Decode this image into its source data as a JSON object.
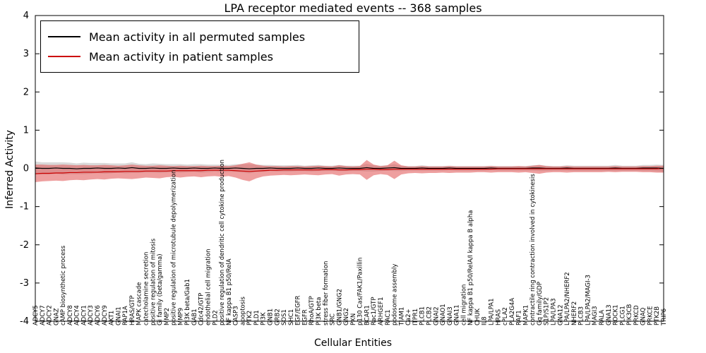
{
  "chart": {
    "title": "LPA receptor mediated events -- 368 samples",
    "x_label": "Cellular Entities",
    "y_label": "Inferred Activity"
  },
  "legend": {
    "entries": [
      {
        "label": "Mean activity in all permuted samples",
        "color": "#000000"
      },
      {
        "label": "Mean activity in patient samples",
        "color": "#cc0000"
      }
    ]
  },
  "chart_data": {
    "type": "line",
    "title": "LPA receptor mediated events -- 368 samples",
    "xlabel": "Cellular Entities",
    "ylabel": "Inferred Activity",
    "ylim": [
      -4,
      4
    ],
    "y_ticks": [
      -4,
      -3,
      -2,
      -1,
      0,
      1,
      2,
      3,
      4
    ],
    "grid": false,
    "legend_position": "upper-left",
    "band_colors": {
      "permuted": "#aaaaaa",
      "patient": "#e05050"
    },
    "categories": [
      "ADCY5",
      "ADCY7",
      "ADCY2",
      "GNAZ",
      "cAMP biosynthetic process",
      "ADCY8",
      "ADCY4",
      "ADCY1",
      "ADCY3",
      "ADCY6",
      "ADCY9",
      "AKT1",
      "GNAI1",
      "RAP1A",
      "HRAS/GTP",
      "MAPK cascade",
      "catecholamine secretion",
      "positive regulation of mitosis",
      "Gi family (beta/gamma)",
      "MMP2",
      "positive regulation of microtubule depolymerization",
      "MMP9",
      "PI3K beta/Gab1",
      "GAB1",
      "Cdc42/GTP",
      "endothelial cell migration",
      "PLD2",
      "positive regulation of dendritic cell cytokine production",
      "NF kappa B1 p50/RelA",
      "CASP3",
      "apoptosis",
      "PTK2",
      "PLD1",
      "PI3K",
      "GNB1",
      "GRB2",
      "SOS1",
      "SHC1",
      "EGF/EGFR",
      "EGFR",
      "RhoA/GTP",
      "PI3K beta",
      "stress fiber formation",
      "SRC",
      "GNB1/GNG2",
      "GNG2",
      "PXN",
      "p130 Cas/FAK1/Paxillin",
      "BCAR1",
      "Rac1/GTP",
      "ARHGEF1",
      "RAC1",
      "podosome assembly",
      "TIAM1",
      "Ca2+",
      "ITPR1",
      "PLCB1",
      "PLCB2",
      "GNAI2",
      "GNAO1",
      "GNAI3",
      "GNA11",
      "cell migration",
      "NF kappa B1 p50/RelA/I kappa B alpha",
      "CHUK",
      "IL8",
      "LPA/LPA1",
      "HRAS",
      "cPLA2",
      "PLA2G4A",
      "RAF1",
      "MAPK1",
      "contractile ring contraction involved in cytokinesis",
      "Gq family/GDP",
      "S1P/S1P2",
      "LPA/LPA3",
      "GNA12",
      "LPA/LPA2/NHERF2",
      "NHERF2",
      "PLCB3",
      "LPA/LPA2/MAGI-3",
      "MAGI3",
      "RALA",
      "GNA13",
      "ROCK1",
      "PLCG1",
      "PIK3CB",
      "PRKCD",
      "GNAQ",
      "PRKCE",
      "PTK2B",
      "TRIP6"
    ],
    "series": [
      {
        "name": "Mean activity in all permuted samples",
        "color": "#000000",
        "values": [
          0.01,
          0.0,
          0.0,
          0.01,
          0.0,
          0.0,
          -0.01,
          0.0,
          0.0,
          0.01,
          0.0,
          0.0,
          0.01,
          0.0,
          0.02,
          0.0,
          0.0,
          0.01,
          0.0,
          0.0,
          0.01,
          0.0,
          0.0,
          0.01,
          0.0,
          0.0,
          0.01,
          0.0,
          0.0,
          0.01,
          0.0,
          -0.01,
          0.0,
          0.0,
          0.01,
          0.0,
          0.0,
          0.0,
          0.01,
          0.0,
          0.0,
          0.01,
          0.0,
          0.0,
          0.01,
          0.0,
          0.0,
          0.0,
          0.02,
          0.0,
          0.0,
          0.01,
          0.02,
          0.0,
          0.0,
          0.0,
          0.01,
          0.0,
          0.0,
          0.0,
          0.01,
          0.0,
          0.0,
          0.0,
          0.0,
          0.0,
          0.01,
          0.0,
          0.0,
          0.0,
          0.0,
          0.0,
          0.01,
          0.01,
          0.0,
          0.0,
          0.0,
          0.01,
          0.0,
          0.0,
          0.0,
          0.0,
          0.0,
          0.0,
          0.01,
          0.0,
          0.0,
          0.0,
          0.01,
          0.01,
          0.01,
          0.0
        ]
      },
      {
        "name": "Mean activity in patient samples",
        "color": "#cc0000",
        "values": [
          -0.14,
          -0.13,
          -0.13,
          -0.12,
          -0.12,
          -0.11,
          -0.11,
          -0.1,
          -0.1,
          -0.1,
          -0.09,
          -0.09,
          -0.09,
          -0.08,
          -0.08,
          -0.08,
          -0.07,
          -0.07,
          -0.07,
          -0.07,
          -0.06,
          -0.06,
          -0.06,
          -0.06,
          -0.06,
          -0.05,
          -0.05,
          -0.05,
          -0.05,
          -0.06,
          -0.07,
          -0.08,
          -0.07,
          -0.06,
          -0.05,
          -0.05,
          -0.04,
          -0.04,
          -0.04,
          -0.04,
          -0.04,
          -0.04,
          -0.03,
          -0.03,
          -0.04,
          -0.04,
          -0.03,
          -0.03,
          -0.02,
          -0.02,
          -0.03,
          -0.03,
          -0.02,
          -0.02,
          -0.02,
          -0.02,
          -0.02,
          -0.02,
          -0.02,
          -0.02,
          -0.02,
          -0.02,
          -0.02,
          -0.02,
          -0.02,
          -0.02,
          -0.02,
          -0.01,
          -0.01,
          -0.01,
          -0.01,
          -0.01,
          -0.01,
          -0.01,
          -0.01,
          -0.01,
          -0.01,
          -0.01,
          -0.01,
          -0.01,
          -0.01,
          -0.01,
          -0.01,
          -0.01,
          -0.01,
          -0.01,
          -0.01,
          -0.01,
          -0.01,
          -0.01,
          -0.01,
          0.0
        ]
      }
    ],
    "patient_band_upper": [
      0.1,
      0.1,
      0.09,
      0.09,
      0.1,
      0.09,
      0.08,
      0.09,
      0.08,
      0.08,
      0.09,
      0.08,
      0.07,
      0.08,
      0.1,
      0.08,
      0.07,
      0.07,
      0.08,
      0.07,
      0.06,
      0.07,
      0.06,
      0.06,
      0.07,
      0.06,
      0.06,
      0.07,
      0.06,
      0.08,
      0.12,
      0.16,
      0.1,
      0.07,
      0.06,
      0.06,
      0.05,
      0.06,
      0.06,
      0.05,
      0.06,
      0.07,
      0.06,
      0.05,
      0.08,
      0.06,
      0.05,
      0.06,
      0.22,
      0.1,
      0.06,
      0.08,
      0.2,
      0.08,
      0.05,
      0.05,
      0.06,
      0.05,
      0.05,
      0.05,
      0.06,
      0.05,
      0.05,
      0.05,
      0.05,
      0.05,
      0.06,
      0.05,
      0.05,
      0.05,
      0.06,
      0.05,
      0.07,
      0.09,
      0.06,
      0.05,
      0.05,
      0.06,
      0.05,
      0.05,
      0.05,
      0.05,
      0.05,
      0.05,
      0.06,
      0.05,
      0.05,
      0.05,
      0.06,
      0.06,
      0.07,
      0.07
    ],
    "patient_band_lower": [
      -0.36,
      -0.34,
      -0.33,
      -0.32,
      -0.33,
      -0.31,
      -0.3,
      -0.31,
      -0.29,
      -0.28,
      -0.29,
      -0.27,
      -0.26,
      -0.27,
      -0.28,
      -0.26,
      -0.24,
      -0.25,
      -0.26,
      -0.23,
      -0.22,
      -0.24,
      -0.22,
      -0.21,
      -0.23,
      -0.21,
      -0.2,
      -0.22,
      -0.2,
      -0.24,
      -0.3,
      -0.34,
      -0.26,
      -0.21,
      -0.19,
      -0.18,
      -0.17,
      -0.18,
      -0.17,
      -0.16,
      -0.17,
      -0.18,
      -0.16,
      -0.15,
      -0.19,
      -0.16,
      -0.15,
      -0.16,
      -0.3,
      -0.18,
      -0.15,
      -0.17,
      -0.28,
      -0.16,
      -0.13,
      -0.12,
      -0.13,
      -0.12,
      -0.12,
      -0.11,
      -0.12,
      -0.11,
      -0.11,
      -0.11,
      -0.1,
      -0.1,
      -0.11,
      -0.1,
      -0.1,
      -0.1,
      -0.11,
      -0.1,
      -0.12,
      -0.14,
      -0.11,
      -0.1,
      -0.1,
      -0.11,
      -0.1,
      -0.1,
      -0.1,
      -0.1,
      -0.1,
      -0.09,
      -0.1,
      -0.09,
      -0.09,
      -0.09,
      -0.1,
      -0.1,
      -0.11,
      -0.11
    ],
    "permuted_band_halfwidth": [
      0.17,
      0.16,
      0.16,
      0.15,
      0.16,
      0.15,
      0.14,
      0.15,
      0.14,
      0.13,
      0.14,
      0.13,
      0.12,
      0.13,
      0.14,
      0.12,
      0.11,
      0.12,
      0.12,
      0.11,
      0.1,
      0.11,
      0.1,
      0.1,
      0.11,
      0.1,
      0.09,
      0.1,
      0.09,
      0.1,
      0.11,
      0.12,
      0.1,
      0.09,
      0.08,
      0.08,
      0.08,
      0.08,
      0.08,
      0.07,
      0.08,
      0.08,
      0.07,
      0.07,
      0.08,
      0.07,
      0.07,
      0.07,
      0.1,
      0.08,
      0.07,
      0.07,
      0.09,
      0.07,
      0.06,
      0.06,
      0.07,
      0.06,
      0.06,
      0.06,
      0.06,
      0.06,
      0.06,
      0.06,
      0.06,
      0.06,
      0.06,
      0.06,
      0.06,
      0.06,
      0.06,
      0.06,
      0.07,
      0.08,
      0.07,
      0.06,
      0.06,
      0.07,
      0.07,
      0.07,
      0.07,
      0.07,
      0.07,
      0.07,
      0.08,
      0.07,
      0.07,
      0.07,
      0.08,
      0.08,
      0.09,
      0.09
    ]
  }
}
